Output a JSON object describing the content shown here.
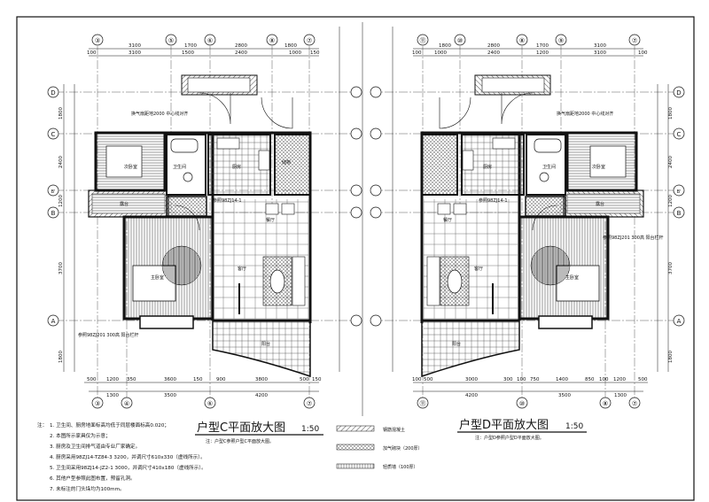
{
  "plan_c": {
    "title": "户型C平面放大图",
    "scale": "1:50",
    "subtitle": "注：户型C参照户型C平面放大图。",
    "top_axes": [
      "③",
      "⑤",
      "⑥",
      "⑧",
      "⑦"
    ],
    "bottom_axes": [
      "③",
      "④",
      "⑥",
      "⑦"
    ],
    "row_axes": [
      "D",
      "C",
      "B'",
      "B",
      "A"
    ],
    "top_dims_1": [
      "3100",
      "1700",
      "2800",
      "1800"
    ],
    "top_dims_2": [
      "100",
      "3100",
      "1500",
      "2400",
      "1000",
      "150"
    ],
    "bottom_dims_1": [
      "500",
      "1200",
      "350",
      "3600",
      "150",
      "900",
      "3800",
      "500",
      "150"
    ],
    "bottom_dims_2": [
      "1300",
      "3500",
      "4200"
    ],
    "left_dims": [
      "1800",
      "2400",
      "1200",
      "3700",
      "1800"
    ],
    "rooms": [
      "次卧室",
      "卫生间",
      "厨房",
      "储物",
      "露台",
      "主卧室",
      "客厅",
      "餐厅",
      "阳台"
    ],
    "callouts": [
      "换气扇距地2000 中心线对齐",
      "参照98ZJ14-1",
      "参照98ZJ201 300高 阳台栏杆"
    ]
  },
  "plan_d": {
    "title": "户型D平面放大图",
    "scale": "1:50",
    "subtitle": "注：户型D参照户型D平面放大图。",
    "top_axes": [
      "⑦",
      "⑨",
      "⑧",
      "⑩",
      "⑪"
    ],
    "bottom_axes": [
      "⑦",
      "⑧",
      "⑩",
      "⑪"
    ],
    "row_axes": [
      "D",
      "C",
      "B'",
      "B",
      "A"
    ],
    "top_dims_1": [
      "1800",
      "2800",
      "1700",
      "3100"
    ],
    "top_dims_2": [
      "100",
      "1000",
      "2400",
      "1200",
      "3100",
      "100"
    ],
    "bottom_dims_1": [
      "100",
      "500",
      "3000",
      "300",
      "100",
      "750",
      "1400",
      "850",
      "100",
      "1200",
      "500"
    ],
    "bottom_dims_2": [
      "4200",
      "3500",
      "1300"
    ],
    "left_dims": [
      "1800",
      "2400",
      "1200",
      "3700",
      "1800"
    ],
    "rooms": [
      "餐厅",
      "厨房",
      "卫生间",
      "次卧室",
      "露台",
      "客厅",
      "主卧室",
      "阳台"
    ],
    "callouts": [
      "换气扇距地2000 中心线对齐",
      "参照98ZJ14-1",
      "参照98ZJ201 300高 阳台栏杆"
    ]
  },
  "notes": {
    "label": "注：",
    "items": [
      "1. 卫生间、厨房地面标高均低于同层楼面标高0.020；",
      "2. 本图所示家具仅为示意；",
      "3. 厨房及卫生间排气道由专业厂家确定。",
      "4. 厨房采用98ZJ14-TZ84-3 3200，并调尺寸610x330（虚线所示）。",
      "5. 卫生间采用98ZJ14-JZ2-1 3000，并调尺寸410x180（虚线所示）。",
      "6. 其他户型参照此图布置，预留孔洞。",
      "7. 未标注的门头垛均为100mm。"
    ]
  },
  "legend": [
    "钢筋混凝土",
    "加气砌块（200厚）",
    "轻质墙（100厚）"
  ]
}
